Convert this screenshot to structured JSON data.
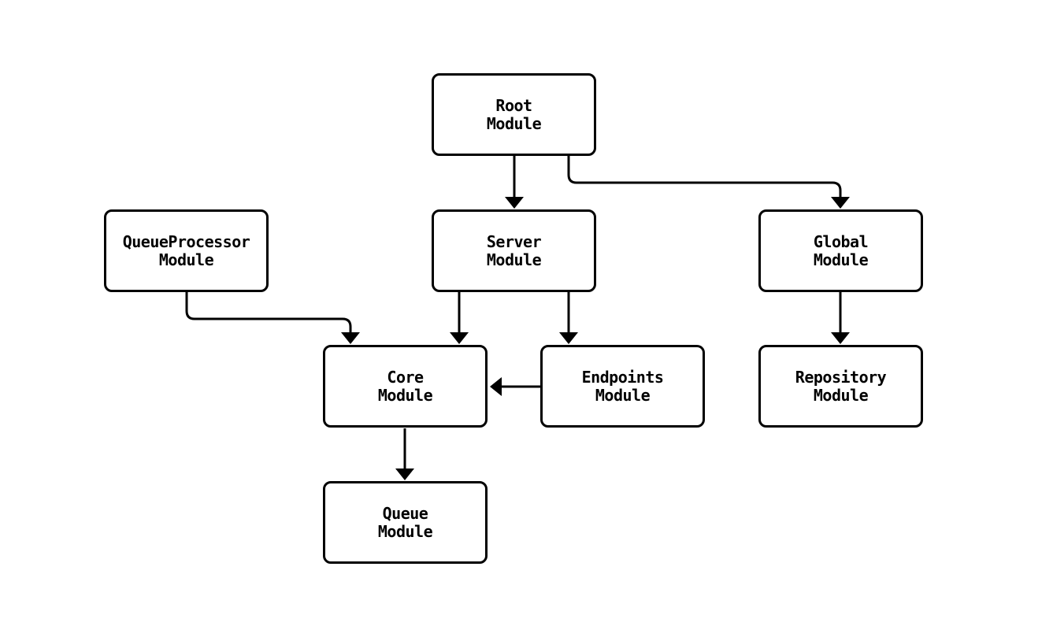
{
  "diagram": {
    "type": "module-dependency-graph",
    "colors": {
      "background": "#ffffff",
      "node_fill": "#ffffff",
      "node_border": "#000000",
      "edge": "#000000",
      "text": "#000000"
    },
    "nodes": [
      {
        "id": "root",
        "line1": "Root",
        "line2": "Module"
      },
      {
        "id": "queueprocessor",
        "line1": "QueueProcessor",
        "line2": "Module"
      },
      {
        "id": "server",
        "line1": "Server",
        "line2": "Module"
      },
      {
        "id": "global",
        "line1": "Global",
        "line2": "Module"
      },
      {
        "id": "core",
        "line1": "Core",
        "line2": "Module"
      },
      {
        "id": "endpoints",
        "line1": "Endpoints",
        "line2": "Module"
      },
      {
        "id": "repository",
        "line1": "Repository",
        "line2": "Module"
      },
      {
        "id": "queue",
        "line1": "Queue",
        "line2": "Module"
      }
    ],
    "edges": [
      {
        "from": "root",
        "to": "server"
      },
      {
        "from": "root",
        "to": "global"
      },
      {
        "from": "queueprocessor",
        "to": "core"
      },
      {
        "from": "server",
        "to": "core"
      },
      {
        "from": "server",
        "to": "endpoints"
      },
      {
        "from": "endpoints",
        "to": "core"
      },
      {
        "from": "global",
        "to": "repository"
      },
      {
        "from": "core",
        "to": "queue"
      }
    ]
  }
}
